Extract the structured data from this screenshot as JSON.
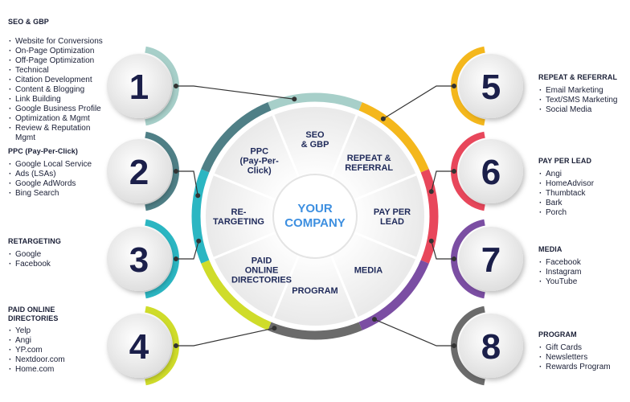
{
  "center": {
    "line1": "YOUR",
    "line2": "COMPANY"
  },
  "wedges": [
    {
      "key": "seo",
      "lines": [
        "SEO",
        "& GBP"
      ]
    },
    {
      "key": "repeat",
      "lines": [
        "REPEAT &",
        "REFERRAL"
      ]
    },
    {
      "key": "ppl",
      "lines": [
        "PAY PER",
        "LEAD"
      ]
    },
    {
      "key": "media",
      "lines": [
        "MEDIA"
      ]
    },
    {
      "key": "program",
      "lines": [
        "PROGRAM"
      ]
    },
    {
      "key": "paid",
      "lines": [
        "PAID",
        "ONLINE",
        "DIRECTORIES"
      ]
    },
    {
      "key": "retarget",
      "lines": [
        "RE-",
        "TARGETING"
      ]
    },
    {
      "key": "ppc",
      "lines": [
        "PPC",
        "(Pay-Per-",
        "Click)"
      ]
    }
  ],
  "colors": {
    "teal_light": "#a7cfc9",
    "slate": "#4f7f86",
    "cyan": "#2bb6c2",
    "lime": "#cfdc2a",
    "gray_dark": "#6b6b6b",
    "purple": "#7b4ea3",
    "red": "#e8475b",
    "yellow": "#f4b71c",
    "center_text": "#3d8fe0"
  },
  "numbers": [
    "1",
    "2",
    "3",
    "4",
    "5",
    "6",
    "7",
    "8"
  ],
  "sections": [
    {
      "title": "SEO & GBP",
      "items": [
        "Website for Conversions",
        "On-Page Optimization",
        "Off-Page Optimization",
        "Technical",
        "Citation Development",
        "Content & Blogging",
        "Link Building",
        "Google Business Profile",
        "Optimization & Mgmt",
        "Review & Reputation  Mgmt"
      ]
    },
    {
      "title": "PPC (Pay-Per-Click)",
      "items": [
        "Google Local Service",
        "Ads (LSAs)",
        "Google AdWords",
        "Bing Search"
      ]
    },
    {
      "title": "RETARGETING",
      "items": [
        "Google",
        "Facebook"
      ]
    },
    {
      "title": "PAID ONLINE DIRECTORIES",
      "items": [
        "Yelp",
        "Angi",
        "YP.com",
        "Nextdoor.com",
        "Home.com"
      ]
    },
    {
      "title": "REPEAT & REFERRAL",
      "items": [
        "Email Marketing",
        "Text/SMS Marketing",
        "Social Media"
      ]
    },
    {
      "title": "PAY PER LEAD",
      "items": [
        "Angi",
        "HomeAdvisor",
        "Thumbtack",
        "Bark",
        "Porch"
      ]
    },
    {
      "title": "MEDIA",
      "items": [
        "Facebook",
        "Instagram",
        "YouTube"
      ]
    },
    {
      "title": "PROGRAM",
      "items": [
        "Gift Cards",
        "Newsletters",
        "Rewards Program"
      ]
    }
  ]
}
